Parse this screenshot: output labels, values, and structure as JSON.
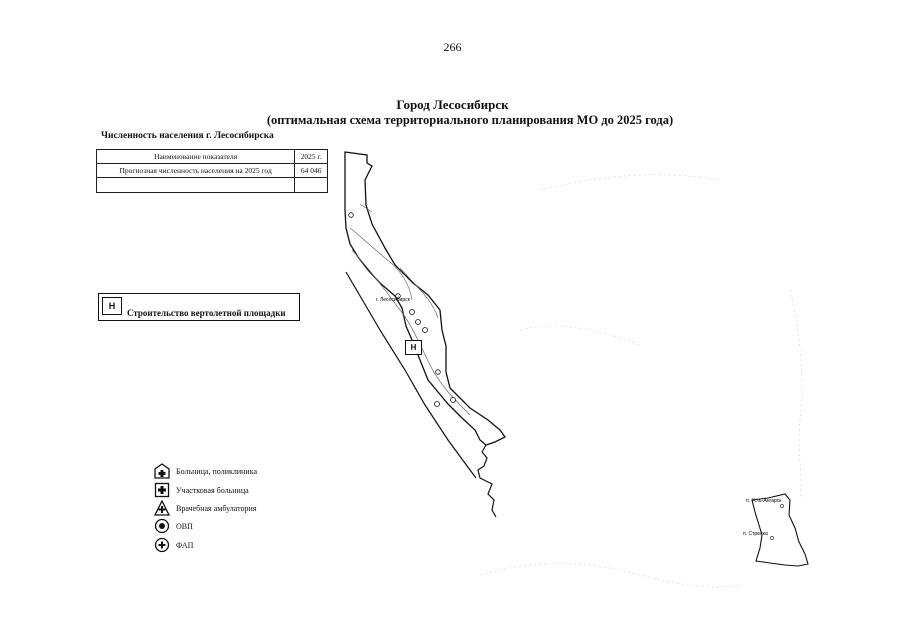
{
  "page_number": "266",
  "title": "Город Лесосибирск",
  "subtitle": "(оптимальная схема территориального планирования МО до 2025 года)",
  "population": {
    "heading": "Численность населения г. Лесосибирска",
    "columns": [
      "Наименование показателя",
      "2025 г."
    ],
    "rows": [
      [
        "Прогнозная численность населения на 2025 год",
        "64 046"
      ]
    ]
  },
  "heliport": {
    "symbol": "Н",
    "label": "Строительство вертолетной площадки"
  },
  "map": {
    "city_label": "г. Лесосибирск",
    "settlements": [
      "п. Усть-Ангарск",
      "п. Стрелка"
    ]
  },
  "legend": [
    {
      "icon": "hospital-polyclinic-icon",
      "label": "Больница, поликлиника"
    },
    {
      "icon": "district-hospital-icon",
      "label": "Участковая больница"
    },
    {
      "icon": "medical-ambulatory-icon",
      "label": "Врачебная амбулатория"
    },
    {
      "icon": "ovp-icon",
      "label": "ОВП"
    },
    {
      "icon": "fap-icon",
      "label": "ФАП"
    }
  ]
}
